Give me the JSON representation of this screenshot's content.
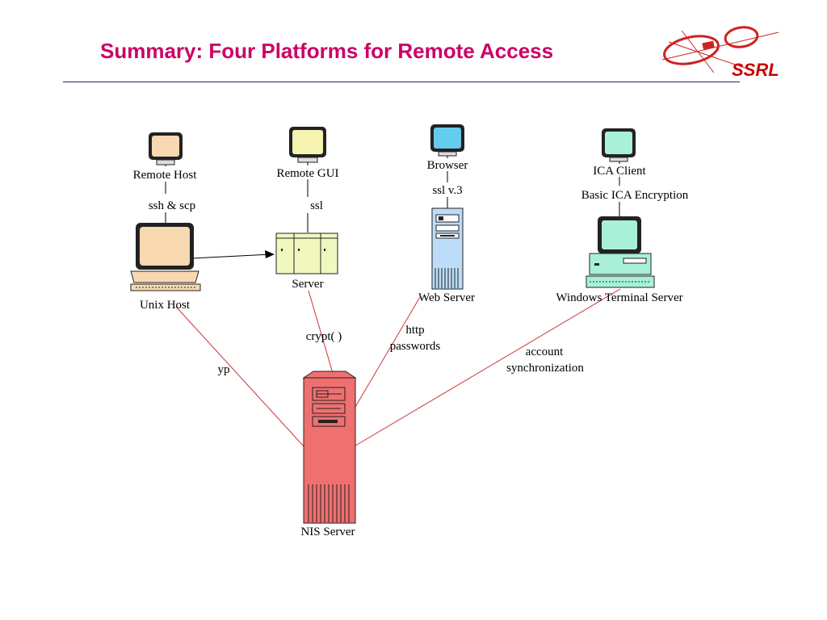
{
  "slide": {
    "title": "Summary: Four Platforms for Remote Access",
    "logo_text": "SSRL"
  },
  "colors": {
    "title": "#cc0066",
    "link_line": "#cc3333",
    "remote_host": "#f8d8b0",
    "remote_gui": "#f4f4b0",
    "browser": "#66ccee",
    "web_server": "#bcdcf8",
    "ica": "#a8f0d8",
    "nis_server": "#f07070"
  },
  "nodes": {
    "remote_host": "Remote Host",
    "remote_gui": "Remote GUI",
    "browser": "Browser",
    "ica_client": "ICA Client",
    "unix_host": "Unix Host",
    "server": "Server",
    "web_server": "Web Server",
    "windows_terminal_server": "Windows Terminal Server",
    "nis_server": "NIS Server"
  },
  "connections": {
    "ssh_scp": "ssh & scp",
    "ssl": "ssl",
    "ssl_v3": "ssl v.3",
    "basic_ica": "Basic ICA Encryption",
    "crypt": "crypt( )",
    "http": "http",
    "passwords": "passwords",
    "yp": "yp",
    "account": "account",
    "synchronization": "synchronization"
  }
}
